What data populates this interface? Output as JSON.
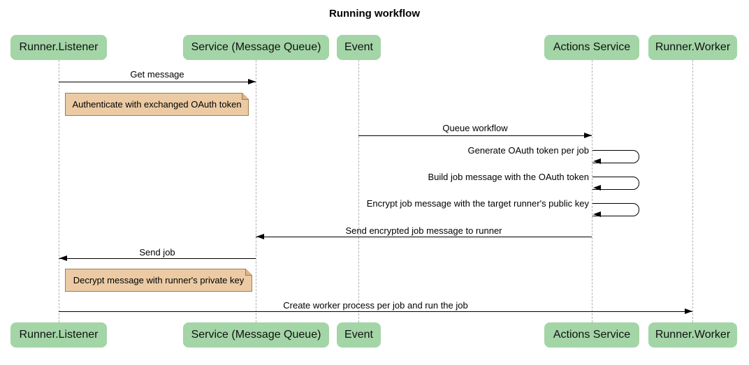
{
  "title": "Running workflow",
  "colors": {
    "actor_fill": "#a3d5a6",
    "actor_text": "#111111",
    "note_fill": "#eccba4",
    "note_border": "#9c7e4e",
    "note_fold": "#dbb58a",
    "lifeline": "#b0b0b0",
    "arrow": "#000000",
    "title_color": "#000000"
  },
  "participants": [
    {
      "id": "runner-listener",
      "label": "Runner.Listener"
    },
    {
      "id": "service-message-queue",
      "label": "Service (Message Queue)"
    },
    {
      "id": "event",
      "label": "Event"
    },
    {
      "id": "actions-service",
      "label": "Actions Service"
    },
    {
      "id": "runner-worker",
      "label": "Runner.Worker"
    }
  ],
  "messages": [
    {
      "label": "Get message",
      "from": "Runner.Listener",
      "to": "Service (Message Queue)"
    },
    {
      "label": "Queue workflow",
      "from": "Event",
      "to": "Actions Service"
    },
    {
      "label": "Generate OAuth token per job",
      "from": "Actions Service",
      "to": "Actions Service",
      "self": true
    },
    {
      "label": "Build job message with the OAuth token",
      "from": "Actions Service",
      "to": "Actions Service",
      "self": true
    },
    {
      "label": "Encrypt job message with the target runner's public key",
      "from": "Actions Service",
      "to": "Actions Service",
      "self": true
    },
    {
      "label": "Send encrypted job message to runner",
      "from": "Actions Service",
      "to": "Service (Message Queue)"
    },
    {
      "label": "Send job",
      "from": "Service (Message Queue)",
      "to": "Runner.Listener"
    },
    {
      "label": "Create worker process per job and run the job",
      "from": "Runner.Listener",
      "to": "Runner.Worker"
    }
  ],
  "notes": [
    {
      "label": "Authenticate with exchanged OAuth token",
      "position": "right of Runner.Listener"
    },
    {
      "label": "Decrypt message with runner's private key",
      "position": "right of Runner.Listener"
    }
  ]
}
